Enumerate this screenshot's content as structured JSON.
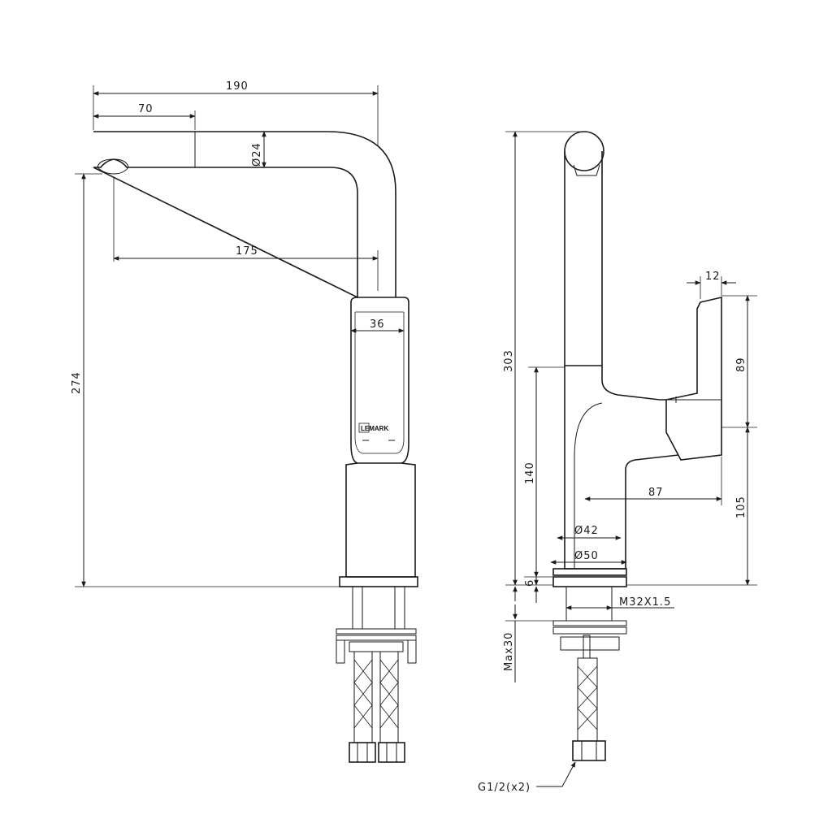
{
  "brand": "LEMARK",
  "front_view": {
    "dim_total_reach": "190",
    "dim_pullout_head": "70",
    "dim_spout_diameter": "Ø24",
    "dim_spout_reach": "175",
    "dim_body_width": "36",
    "dim_spout_height": "274"
  },
  "side_view": {
    "dim_total_height": "303",
    "dim_handle_width": "12",
    "dim_handle_height": "89",
    "dim_body_height": "140",
    "dim_handle_reach": "87",
    "dim_handle_base_height": "105",
    "dim_body_diameter": "Ø42",
    "dim_base_diameter": "Ø50",
    "dim_base_thickness": "6",
    "dim_thread": "M32X1.5",
    "dim_max_counter": "Max30",
    "dim_hose_thread": "G1/2(x2)"
  }
}
